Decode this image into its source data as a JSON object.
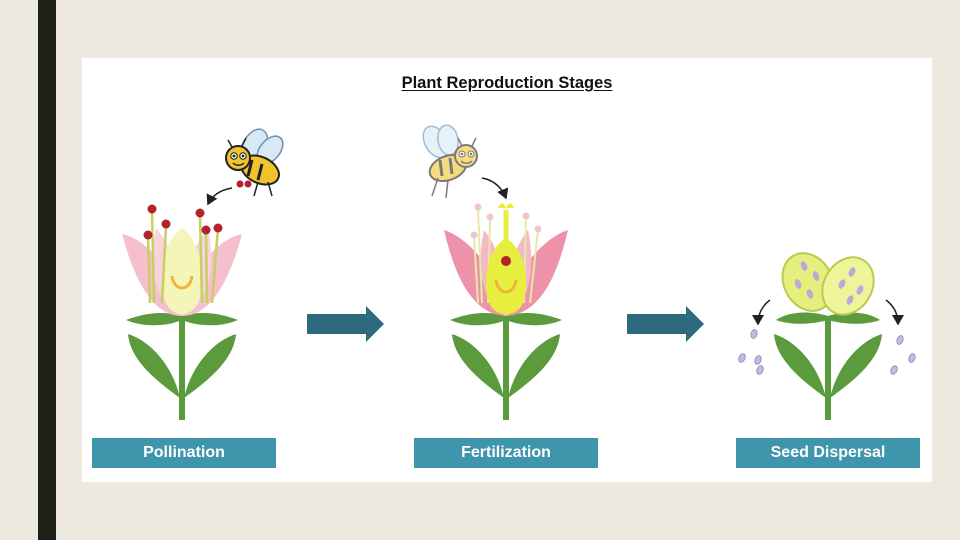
{
  "title": "Plant Reproduction Stages",
  "stages": [
    {
      "label": "Pollination"
    },
    {
      "label": "Fertilization"
    },
    {
      "label": "Seed Dispersal"
    }
  ],
  "colors": {
    "label_bg": "#3f96ac",
    "arrow": "#2e6a7e",
    "petal": "#f1a9bc",
    "stem": "#5c9a3e",
    "pollen": "#b0242a",
    "seed_pod": "#e4ef7e",
    "seed": "#b9aad6"
  },
  "icons": [
    "bee-icon",
    "flower-icon",
    "arrow-right-icon",
    "seed-pod-icon"
  ]
}
